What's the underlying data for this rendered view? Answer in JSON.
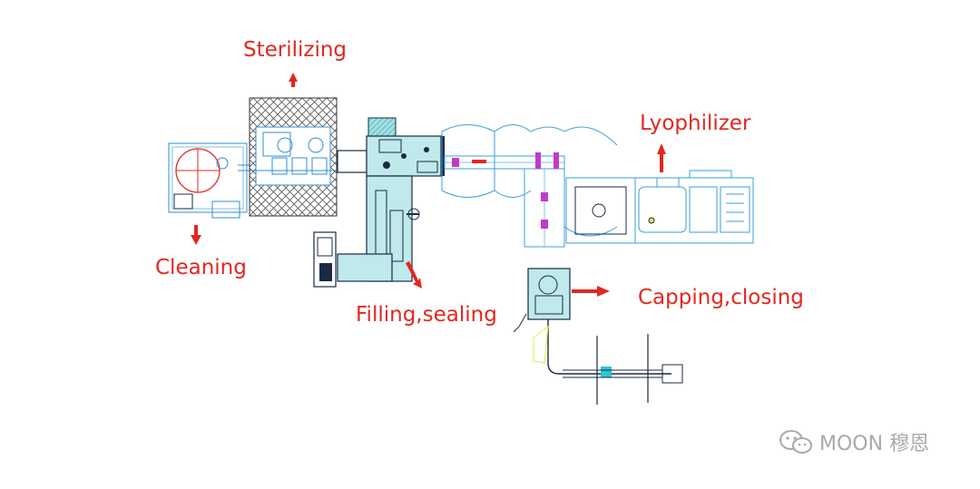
{
  "diagram": {
    "stations": [
      {
        "id": "sterilizing",
        "label": "Sterilizing"
      },
      {
        "id": "cleaning",
        "label": "Cleaning"
      },
      {
        "id": "filling",
        "label": "Filling,sealing"
      },
      {
        "id": "lyophilizer",
        "label": "Lyophilizer"
      },
      {
        "id": "capping",
        "label": "Capping,closing"
      }
    ],
    "colors": {
      "label": "#e3271f",
      "drawing": "#3aa0d8",
      "drawing_dark": "#1a2a44",
      "fill_cyan": "#8fd8dc",
      "accent_magenta": "#c13cc6",
      "hatch": "#555555"
    }
  },
  "watermark": {
    "text": "MOON 穆恩",
    "icon": "wechat-icon"
  }
}
